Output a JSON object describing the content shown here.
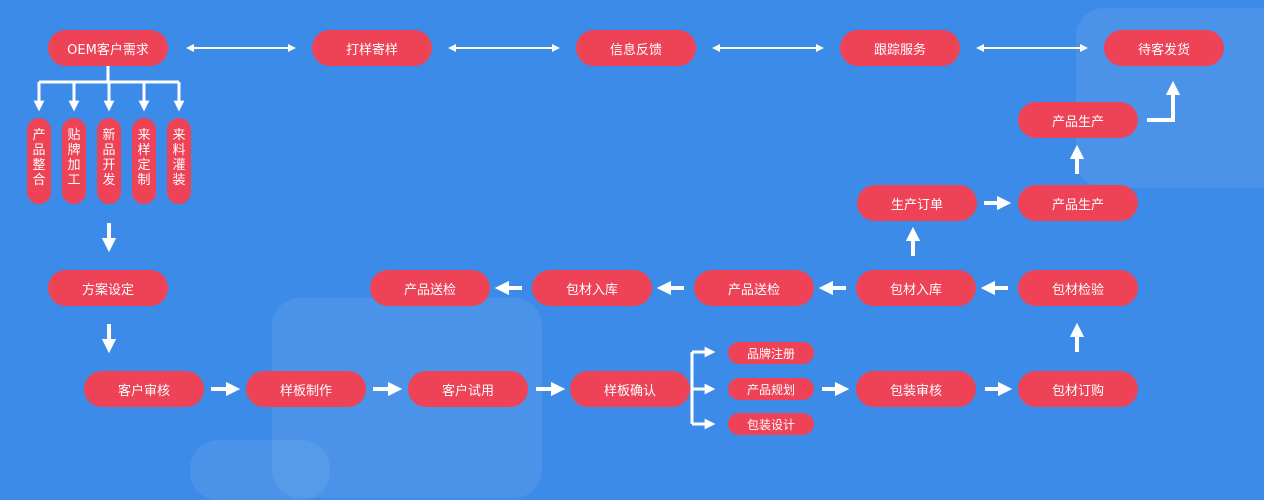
{
  "nodes": {
    "oem": "OEM客户需求",
    "dayang": "打样寄样",
    "xinxi": "信息反馈",
    "genzong": "跟踪服务",
    "daike": "待客发货",
    "v1": "产品整合",
    "v2": "贴牌加工",
    "v3": "新品开发",
    "v4": "来样定制",
    "v5": "来料灌装",
    "fangan": "方案设定",
    "kehu_shenhe": "客户审核",
    "yangban_zhizuo": "样板制作",
    "kehu_shiyong": "客户试用",
    "yangban_queren": "样板确认",
    "pinpai": "品牌注册",
    "chanpin_guihua": "产品规划",
    "baozhuang_sheji": "包装设计",
    "baozhuang_shenhe": "包装审核",
    "baocai_dinggou": "包材订购",
    "baocai_jianyan": "包材检验",
    "baocai_ruku_r": "包材入库",
    "chanpin_songjian_r": "产品送检",
    "baocai_ruku_l": "包材入库",
    "chanpin_songjian_l": "产品送检",
    "shengchan_dingdan": "生产订单",
    "chanpin_shengchan_1": "产品生产",
    "chanpin_shengchan_2": "产品生产"
  },
  "colors": {
    "background": "#3d8be8",
    "node": "#ee4257",
    "arrow": "#ffffff"
  }
}
